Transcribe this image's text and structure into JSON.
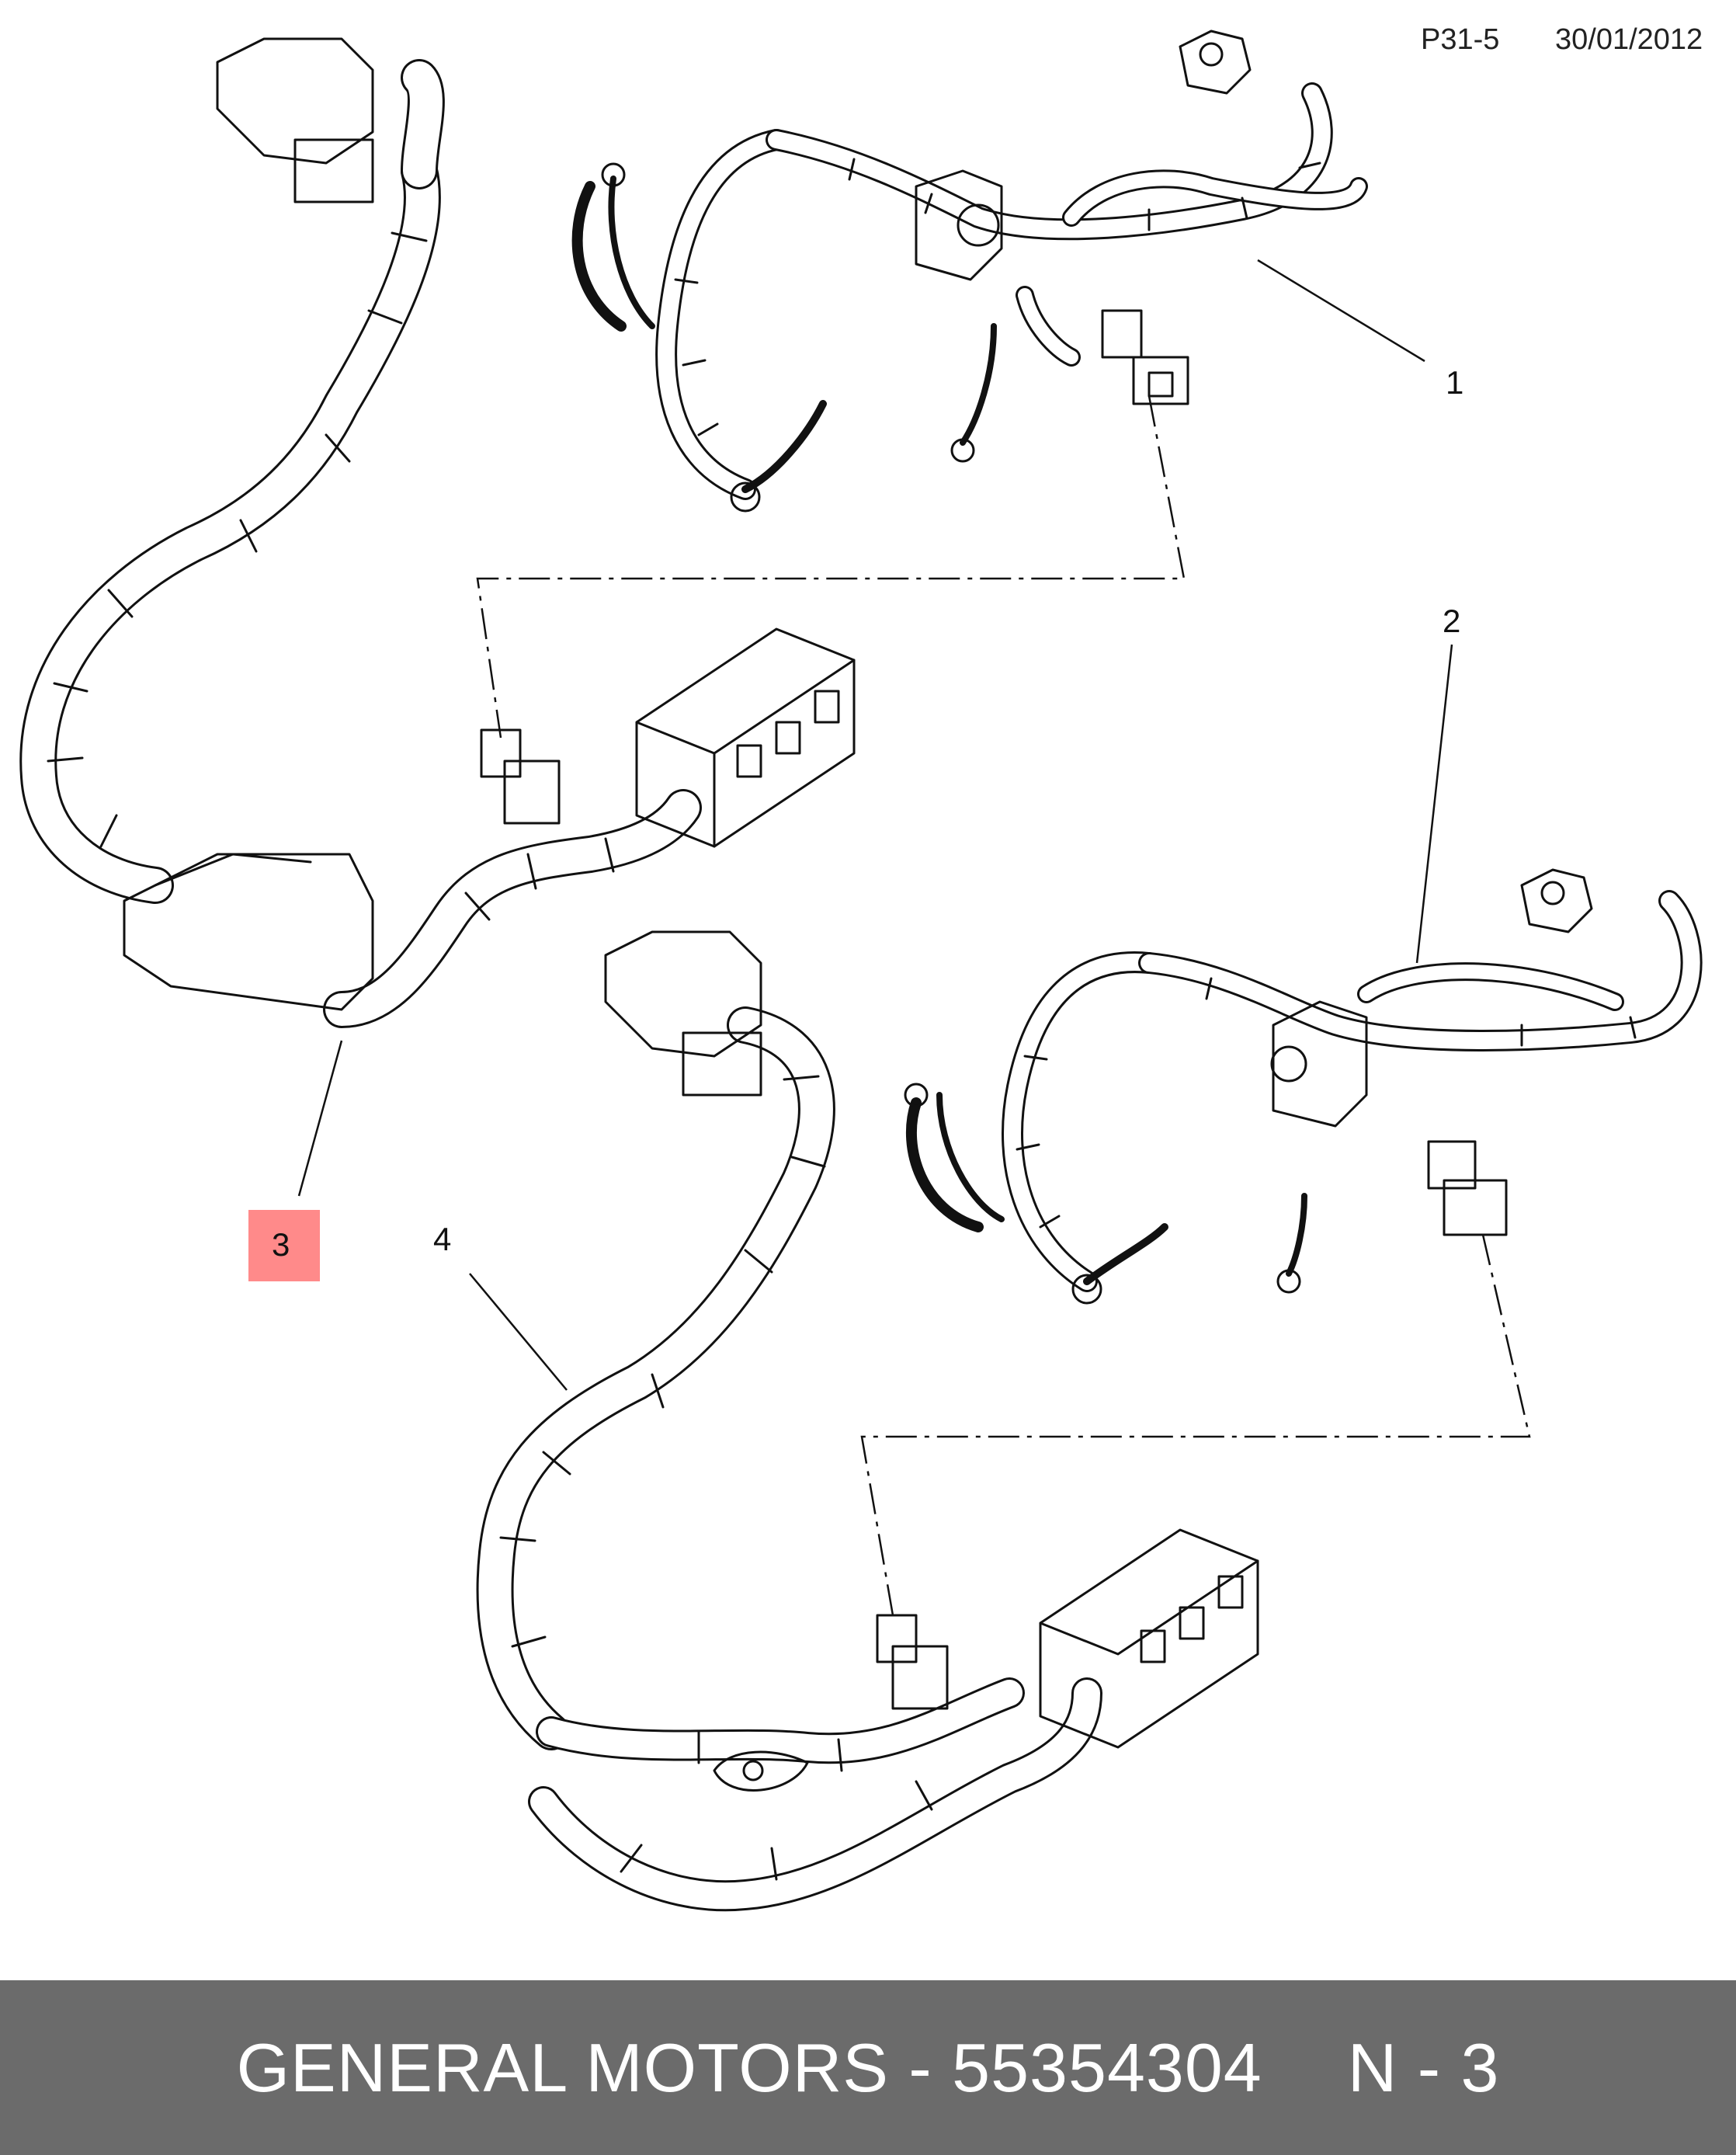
{
  "header": {
    "ref_code": "P31-5",
    "date": "30/01/2012"
  },
  "callouts": [
    {
      "id": "1",
      "label": "1"
    },
    {
      "id": "2",
      "label": "2"
    },
    {
      "id": "3",
      "label": "3",
      "highlighted": true
    },
    {
      "id": "4",
      "label": "4"
    }
  ],
  "footer": {
    "brand_part": "GENERAL MOTORS - 55354304",
    "item": "N - 3"
  },
  "colors": {
    "highlight": "#ff8a8a",
    "footer_bg": "#6b6b6b",
    "line": "#111111"
  }
}
